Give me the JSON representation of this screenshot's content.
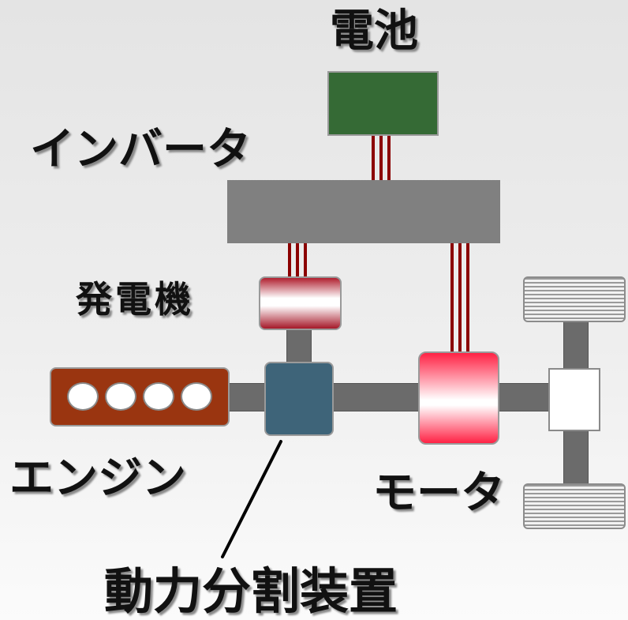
{
  "diagram": {
    "labels": {
      "battery": "電池",
      "inverter": "インバータ",
      "generator": "発電機",
      "engine": "エンジン",
      "motor": "モータ",
      "power_split_device": "動力分割装置"
    },
    "colors": {
      "battery": "#356a35",
      "inverter": "#808080",
      "engine": "#9a3510",
      "power_split_device": "#3e6479",
      "wire": "#8b0000",
      "shaft": "#6b6b6b",
      "label_text": "#111111"
    }
  }
}
